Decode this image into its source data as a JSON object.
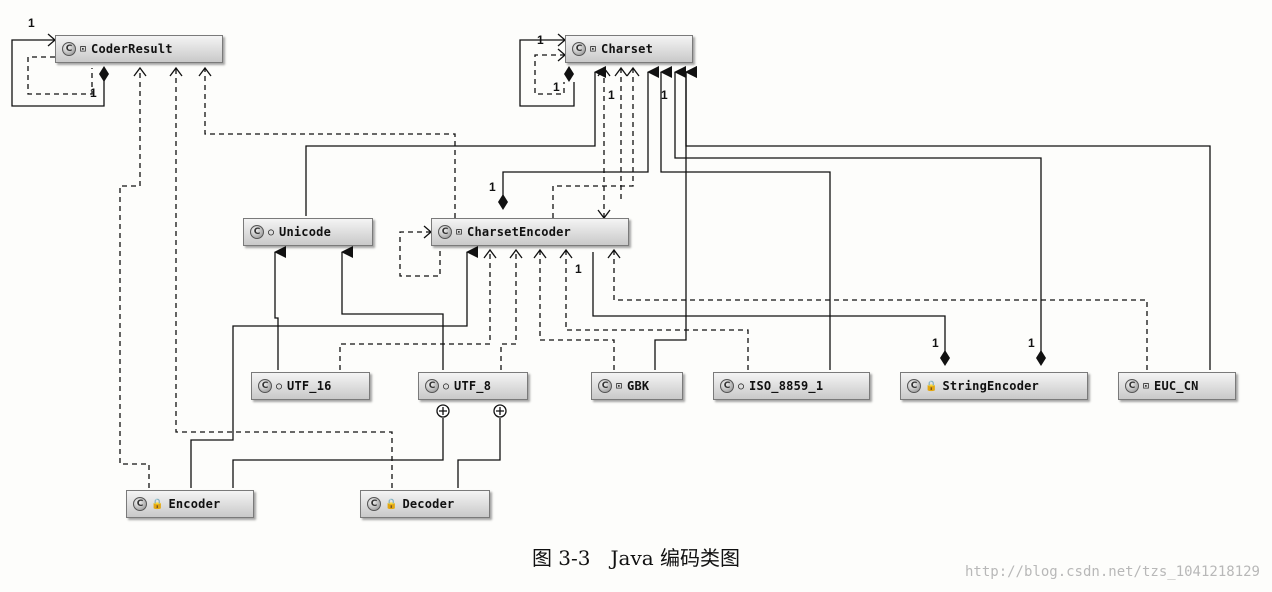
{
  "nodes": {
    "coder_result": {
      "label": "CoderResult",
      "kind": "C",
      "visibility": "⊡"
    },
    "charset": {
      "label": "Charset",
      "kind": "C",
      "visibility": "⊡"
    },
    "unicode": {
      "label": "Unicode",
      "kind": "C",
      "visibility": "○"
    },
    "charset_encoder": {
      "label": "CharsetEncoder",
      "kind": "C",
      "visibility": "⊡"
    },
    "utf_16": {
      "label": "UTF_16",
      "kind": "C",
      "visibility": "○"
    },
    "utf_8": {
      "label": "UTF_8",
      "kind": "C",
      "visibility": "○"
    },
    "gbk": {
      "label": "GBK",
      "kind": "C",
      "visibility": "⊡"
    },
    "iso_8859_1": {
      "label": "ISO_8859_1",
      "kind": "C",
      "visibility": "○"
    },
    "string_encoder": {
      "label": "StringEncoder",
      "kind": "C",
      "visibility": "🔒"
    },
    "euc_cn": {
      "label": "EUC_CN",
      "kind": "C",
      "visibility": "⊡"
    },
    "encoder": {
      "label": "Encoder",
      "kind": "C",
      "visibility": "🔒"
    },
    "decoder": {
      "label": "Decoder",
      "kind": "C",
      "visibility": "🔒"
    }
  },
  "multiplicities": {
    "one": "1"
  },
  "caption": "图 3-3　Java 编码类图",
  "watermark": "http://blog.csdn.net/tzs_1041218129",
  "colors": {
    "line": "#111111",
    "node_top": "#f4f4f4",
    "node_bottom": "#c9c9c9"
  }
}
